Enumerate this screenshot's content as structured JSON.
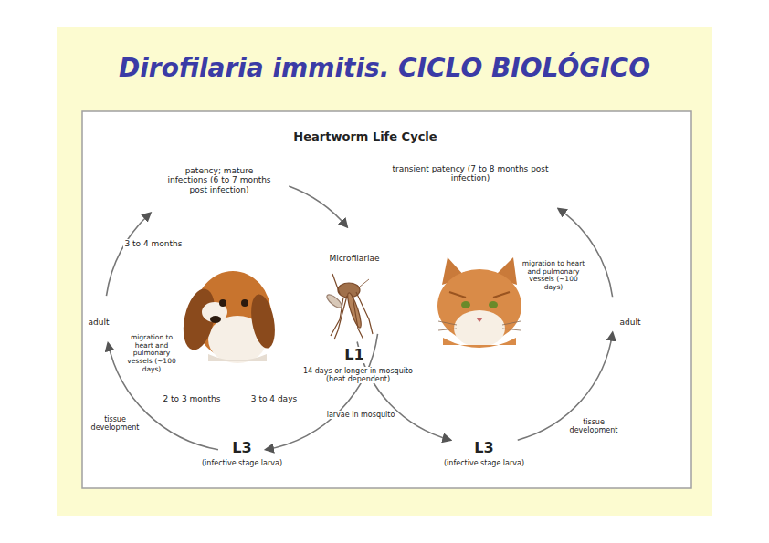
{
  "diagram": {
    "title": "Dirofilaria immitis. CICLO BIOLÓGICO",
    "labels": [
      "Heartworm Life Cycle",
      "patency; mature infections (6 to 7 months post infection)",
      "3 to 4 months",
      "adult",
      "migration to heart and pulmonary vessels (~100 days)",
      "tissue development",
      "2 to 3 months",
      "3 to 4 days",
      "Microfilariae",
      "L1",
      "14 days or longer in mosquito (heat dependent)",
      "larvae in mosquito",
      "L3",
      "(infective stage larva)",
      "transient patency (7 to 8 months post infection)",
      "migration to heart and pulmonary vessels (~100 days)",
      "adult",
      "tissue development",
      "L3",
      "(infective stage larva)"
    ]
  }
}
